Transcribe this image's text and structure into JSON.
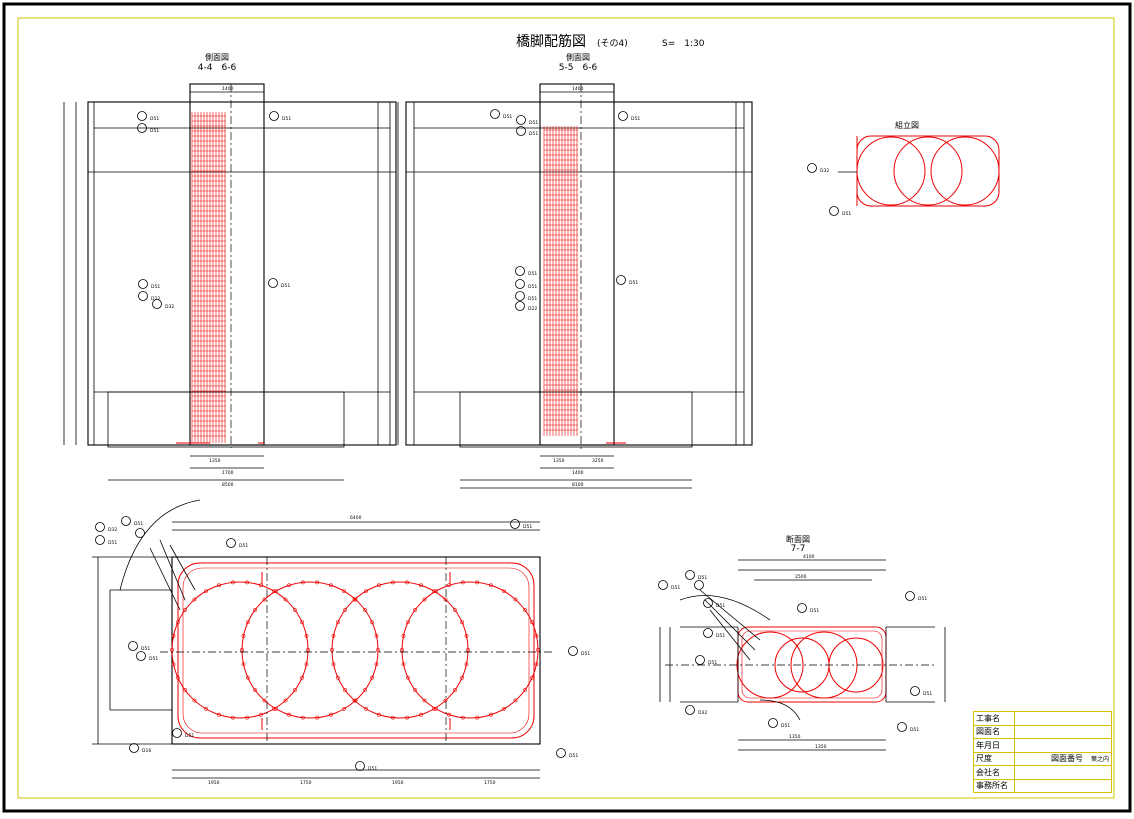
{
  "title": {
    "main": "橋脚配筋図",
    "sub": "(その4)",
    "scale": "S=　1:30"
  },
  "views": {
    "side_left": {
      "label": "側面図",
      "section": "4-4　6-6"
    },
    "side_right": {
      "label": "側面図",
      "section": "5-5　6-6"
    },
    "assembly": {
      "label": "組立図"
    },
    "section_77": {
      "label": "断面図",
      "section": "7-7"
    }
  },
  "bar_marks": {
    "d51": "D51",
    "d22": "D22",
    "d32": "D32",
    "d16": "D16"
  },
  "dimensions": {
    "top_width": "1400",
    "base_left": "1700",
    "base_width": "8500",
    "base_right": "8100",
    "mid_left": "1350",
    "mid_right": "3250",
    "plan_total": "6400",
    "plan_seg1": "1950",
    "plan_seg2": "1750",
    "plan_seg3": "1950",
    "plan_seg4": "1750",
    "sec_total": "4100",
    "sec_inner": "2500",
    "sec_seg": "1350"
  },
  "title_block": {
    "rows": [
      {
        "label": "工事名",
        "value": ""
      },
      {
        "label": "図面名",
        "value": ""
      },
      {
        "label": "年月日",
        "value": ""
      },
      {
        "label": "尺度",
        "value": "図面番号",
        "extra": "葉之内"
      },
      {
        "label": "会社名",
        "value": ""
      },
      {
        "label": "事務所名",
        "value": ""
      }
    ]
  },
  "colors": {
    "frame": "#000000",
    "inner_frame": "#d6c400",
    "rebar": "#e00000"
  }
}
